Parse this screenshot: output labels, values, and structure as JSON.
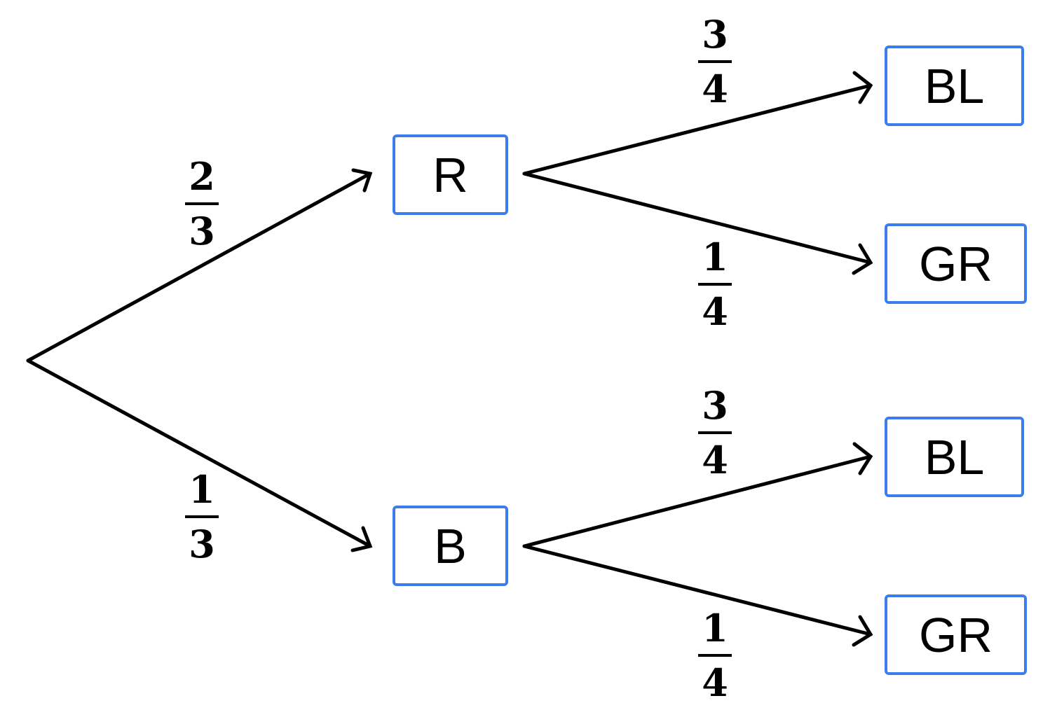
{
  "colors": {
    "node_border": "#3b7ded",
    "line": "#000000",
    "text": "#000000"
  },
  "nodes": {
    "r": "R",
    "b": "B",
    "r_bl": "BL",
    "r_gr": "GR",
    "b_bl": "BL",
    "b_gr": "GR"
  },
  "probabilities": {
    "root_r": {
      "num": "2",
      "den": "3"
    },
    "root_b": {
      "num": "1",
      "den": "3"
    },
    "r_bl": {
      "num": "3",
      "den": "4"
    },
    "r_gr": {
      "num": "1",
      "den": "4"
    },
    "b_bl": {
      "num": "3",
      "den": "4"
    },
    "b_gr": {
      "num": "1",
      "den": "4"
    }
  }
}
